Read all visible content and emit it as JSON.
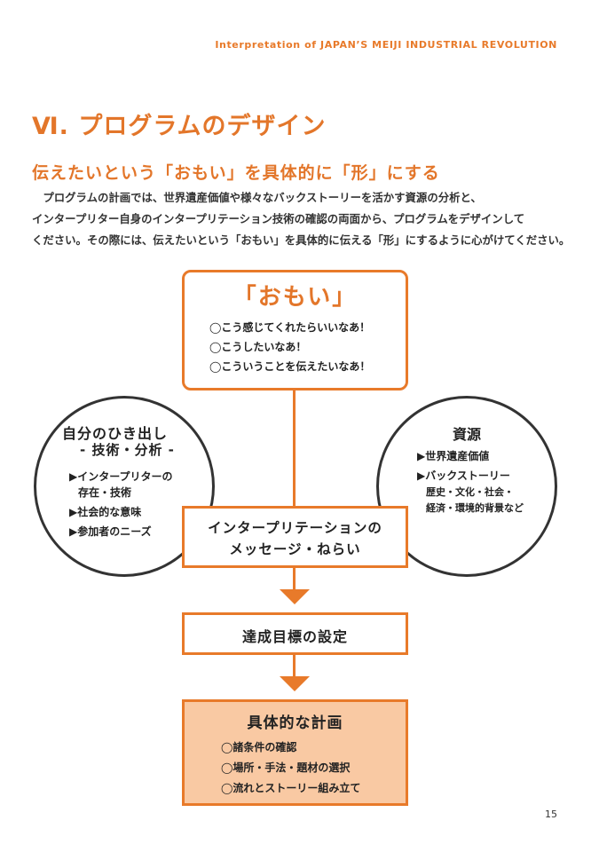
{
  "header": {
    "running_title": "Interpretation of JAPAN’S MEIJI INDUSTRIAL REVOLUTION"
  },
  "title": "Ⅵ. プログラムのデザイン",
  "subtitle": "伝えたいという「おもい」を具体的に「形」にする",
  "body_lines": [
    "　プログラムの計画では、世界遺産価値や様々なバックストーリーを活かす資源の分析と、",
    "インタープリター自身のインタープリテーション技術の確認の両面から、プログラムをデザインして",
    "ください。その際には、伝えたいという「おもい」を具体的に伝える「形」にするように心がけてください。"
  ],
  "diagram": {
    "omoi": {
      "heading": "「おもい」",
      "items": [
        "◯こう感じてくれたらいいなあ！",
        "◯こうしたいなあ！",
        "◯こういうことを伝えたいなあ！"
      ]
    },
    "self": {
      "heading": "自分のひき出し",
      "subheading": "- 技術・分析 -",
      "items": [
        "▶インタープリターの",
        "存在・技術",
        "▶社会的な意味",
        "▶参加者のニーズ"
      ]
    },
    "resources": {
      "heading": "資源",
      "items": [
        "▶世界遺産価値",
        "▶バックストーリー",
        "歴史・文化・社会・",
        "経済・環境的背景など"
      ]
    },
    "message": {
      "line1": "インタープリテーションの",
      "line2": "メッセージ・ねらい"
    },
    "goal": {
      "label": "達成目標の設定"
    },
    "plan": {
      "heading": "具体的な計画",
      "items": [
        "◯諸条件の確認",
        "◯場所・手法・題材の選択",
        "◯流れとストーリー組み立て"
      ]
    }
  },
  "page_number": "15",
  "colors": {
    "accent": "#e87a2a",
    "plan_fill": "#f9c9a3",
    "circle_border": "#333333"
  }
}
